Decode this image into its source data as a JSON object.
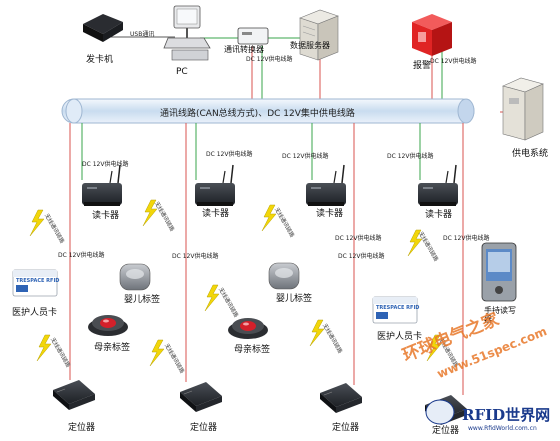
{
  "labels": {
    "card_issuer": "发卡机",
    "pc": "PC",
    "usb": "USB通讯",
    "converter": "通讯转换器",
    "server": "数据服务器",
    "alarm": "报警",
    "power": "供电系统",
    "bus": "通讯线路(CAN总线方式)、DC 12V集中供电线路",
    "dc_line": "DC 12V供电线路",
    "reader": "读卡器",
    "baby_tag": "婴儿标签",
    "mother_tag": "母亲标签",
    "staff_card": "医护人员卡",
    "handheld": "手持读写器",
    "locator": "定位器",
    "wireless": "无线通讯链路",
    "card_brand": "TRESPACE RFID"
  },
  "watermark": {
    "line1": "环球电气之家",
    "line2": "www.51spec.com",
    "line3": "RFID世界网",
    "line4": "www.RfidWorld.com.cn"
  },
  "colors": {
    "bus": "#dce8f5",
    "line_red": "#d9534f",
    "line_green": "#3aa64b",
    "bolt": "#f2d60a",
    "alarm": "#e02424"
  }
}
